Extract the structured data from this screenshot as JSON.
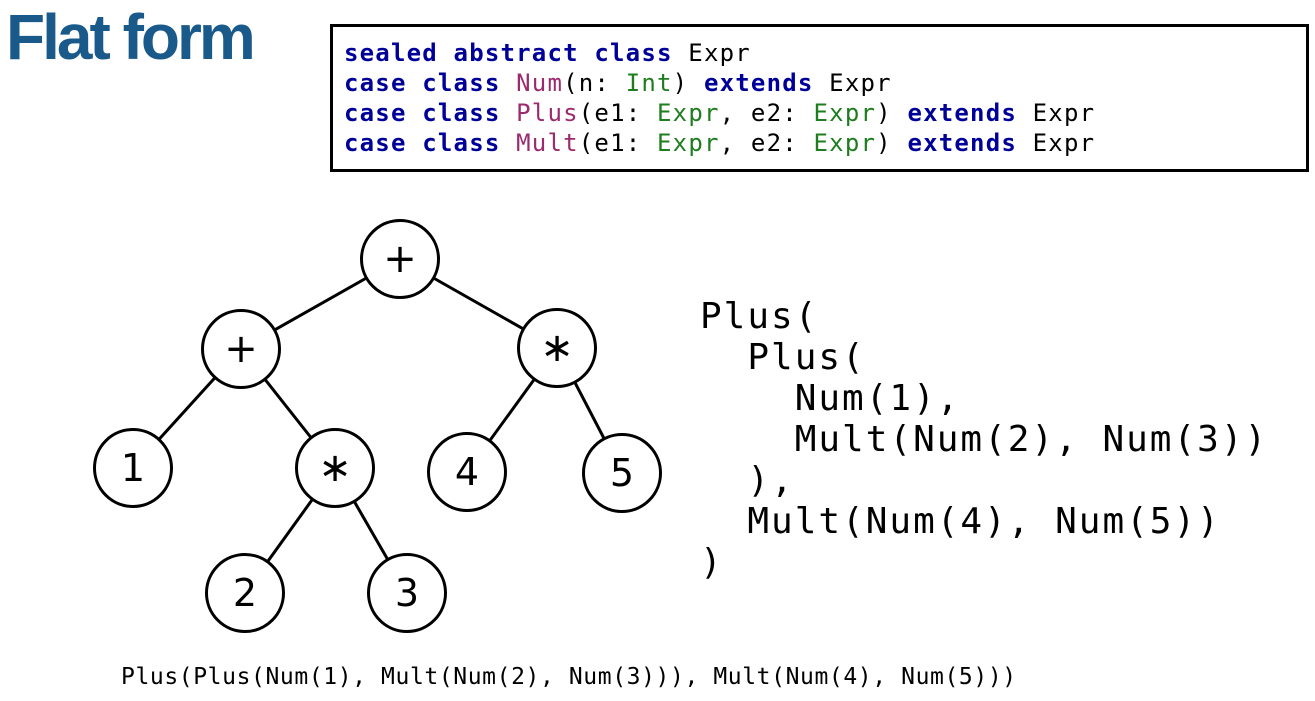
{
  "slide": {
    "title": "Flat form"
  },
  "colors": {
    "title_blue": "#1a5a8a",
    "keyword_blue": "#000099",
    "class_name_purple": "#9c2a6e",
    "type_green": "#1e7d1e",
    "code_black": "#000000"
  },
  "code_box": {
    "lines": [
      [
        {
          "t": "sealed abstract class",
          "c": "kw"
        },
        {
          "t": " Expr",
          "c": "pl"
        }
      ],
      [
        {
          "t": "case class",
          "c": "kw"
        },
        {
          "t": " ",
          "c": "pl"
        },
        {
          "t": "Num",
          "c": "cls"
        },
        {
          "t": "(n: ",
          "c": "pl"
        },
        {
          "t": "Int",
          "c": "typ"
        },
        {
          "t": ") ",
          "c": "pl"
        },
        {
          "t": "extends",
          "c": "kw"
        },
        {
          "t": " Expr",
          "c": "pl"
        }
      ],
      [
        {
          "t": "case class",
          "c": "kw"
        },
        {
          "t": " ",
          "c": "pl"
        },
        {
          "t": "Plus",
          "c": "cls"
        },
        {
          "t": "(e1: ",
          "c": "pl"
        },
        {
          "t": "Expr",
          "c": "typ"
        },
        {
          "t": ", e2: ",
          "c": "pl"
        },
        {
          "t": "Expr",
          "c": "typ"
        },
        {
          "t": ") ",
          "c": "pl"
        },
        {
          "t": "extends",
          "c": "kw"
        },
        {
          "t": " Expr",
          "c": "pl"
        }
      ],
      [
        {
          "t": "case class",
          "c": "kw"
        },
        {
          "t": " ",
          "c": "pl"
        },
        {
          "t": "Mult",
          "c": "cls"
        },
        {
          "t": "(e1: ",
          "c": "pl"
        },
        {
          "t": "Expr",
          "c": "typ"
        },
        {
          "t": ", e2: ",
          "c": "pl"
        },
        {
          "t": "Expr",
          "c": "typ"
        },
        {
          "t": ") ",
          "c": "pl"
        },
        {
          "t": "extends",
          "c": "kw"
        },
        {
          "t": " Expr",
          "c": "pl"
        }
      ]
    ]
  },
  "tree": {
    "nodes": [
      {
        "id": "root-plus",
        "label": "+"
      },
      {
        "id": "left-plus",
        "label": "+"
      },
      {
        "id": "right-mult",
        "label": "∗"
      },
      {
        "id": "leaf-1",
        "label": "1"
      },
      {
        "id": "mid-mult",
        "label": "∗"
      },
      {
        "id": "leaf-4",
        "label": "4"
      },
      {
        "id": "leaf-5",
        "label": "5"
      },
      {
        "id": "leaf-2",
        "label": "2"
      },
      {
        "id": "leaf-3",
        "label": "3"
      }
    ],
    "structure": "Plus(Plus(Num(1), Mult(Num(2), Num(3))), Mult(Num(4), Num(5)))"
  },
  "nested_code": {
    "lines": [
      "Plus(",
      "  Plus(",
      "    Num(1),",
      "    Mult(Num(2), Num(3))",
      "  ),",
      "  Mult(Num(4), Num(5))",
      ")"
    ]
  },
  "flat_code": {
    "text": "Plus(Plus(Num(1), Mult(Num(2), Num(3))), Mult(Num(4), Num(5)))"
  }
}
